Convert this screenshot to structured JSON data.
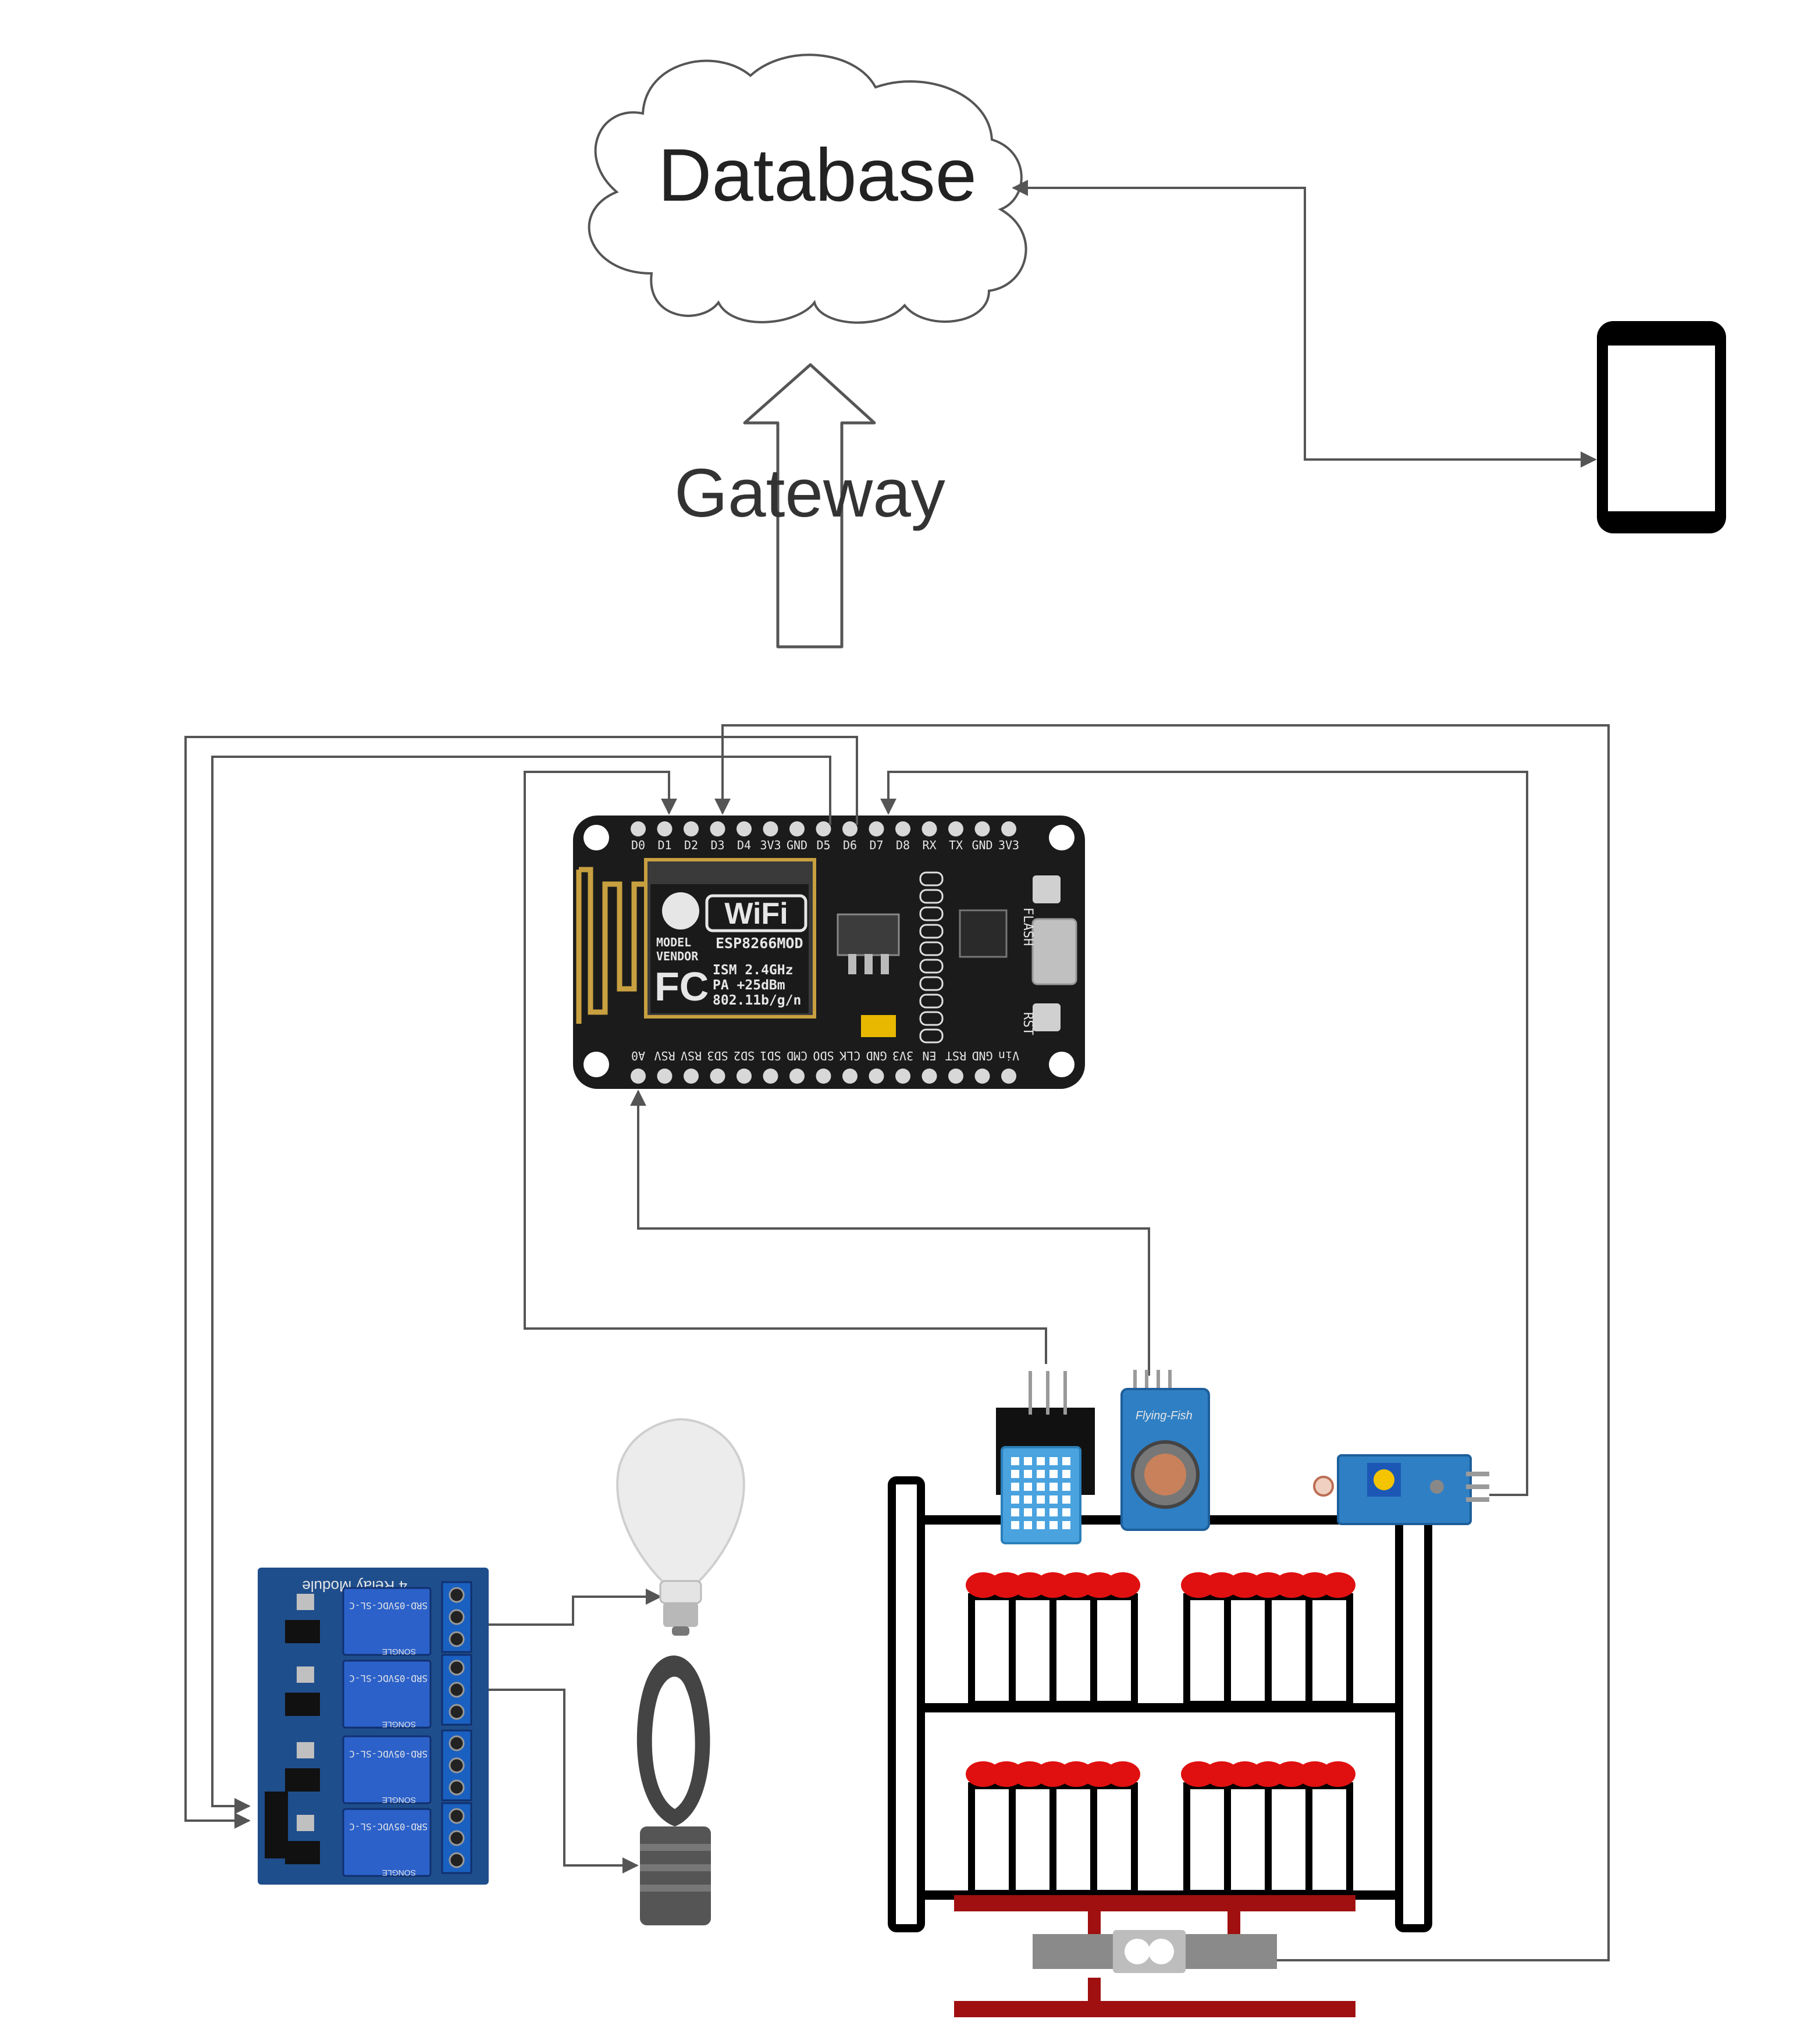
{
  "cloud": {
    "label": "Database"
  },
  "gateway": {
    "label": "Gateway"
  },
  "esp_board": {
    "top_pins": [
      "D0",
      "D1",
      "D2",
      "D3",
      "D4",
      "3V3",
      "GND",
      "D5",
      "D6",
      "D7",
      "D8",
      "RX",
      "TX",
      "GND",
      "3V3"
    ],
    "bottom_pins": [
      "A0",
      "RSV",
      "RSV",
      "SD3",
      "SD2",
      "SD1",
      "CMD",
      "SDO",
      "CLK",
      "GND",
      "3V3",
      "EN",
      "RST",
      "GND",
      "Vin"
    ],
    "module": {
      "wifi": "WiFi",
      "part": "ESP8266MOD",
      "model": "MODEL",
      "vendor": "VENDOR",
      "fc": "FC",
      "spec1": "ISM 2.4GHz",
      "spec2": "PA +25dBm",
      "spec3": "802.11b/g/n"
    },
    "flash_label": "FLASH",
    "rst_label": "RST"
  },
  "relay": {
    "title": "4 Relay Module",
    "relay_text": "SRD-05VDC-SL-C",
    "brand": "SONGLE"
  },
  "gas_sensor": {
    "label": "Flying-Fish"
  },
  "colors": {
    "line": "#555555",
    "board": "#1b1b1b",
    "relay_board": "#1f4e8c",
    "dht": "#4aa3df",
    "gas_board": "#2f7fc4",
    "tomato": "#e01010",
    "shelf_red": "#a01010",
    "load_cell": "#8a8a8a"
  }
}
